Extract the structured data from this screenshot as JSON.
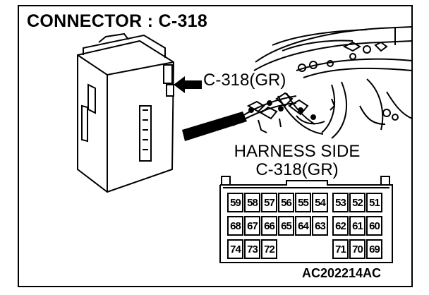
{
  "title": "CONNECTOR : C-318",
  "callout": "C-318(GR)",
  "harness_side": {
    "line1": "HARNESS SIDE",
    "line2": "C-318(GR)"
  },
  "pins": {
    "row1": [
      "59",
      "58",
      "57",
      "56",
      "55",
      "54",
      "53",
      "52",
      "51"
    ],
    "row2": [
      "68",
      "67",
      "66",
      "65",
      "64",
      "63",
      "62",
      "61",
      "60"
    ],
    "row3": [
      "74",
      "73",
      "72",
      "",
      "",
      "",
      "71",
      "70",
      "69"
    ]
  },
  "figure_code": "AC202214AC"
}
